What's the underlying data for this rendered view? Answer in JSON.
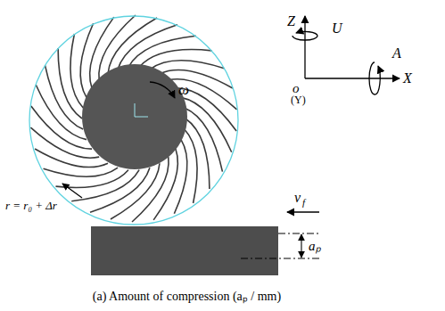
{
  "diagram": {
    "caption": "(a) Amount of compression (aₚ / mm)",
    "labels": [
      "Z",
      "U",
      "A",
      "X",
      "o",
      "(Y)",
      "ω",
      "r = r₀ + Δr",
      "v",
      "f",
      "aₚ"
    ]
  }
}
